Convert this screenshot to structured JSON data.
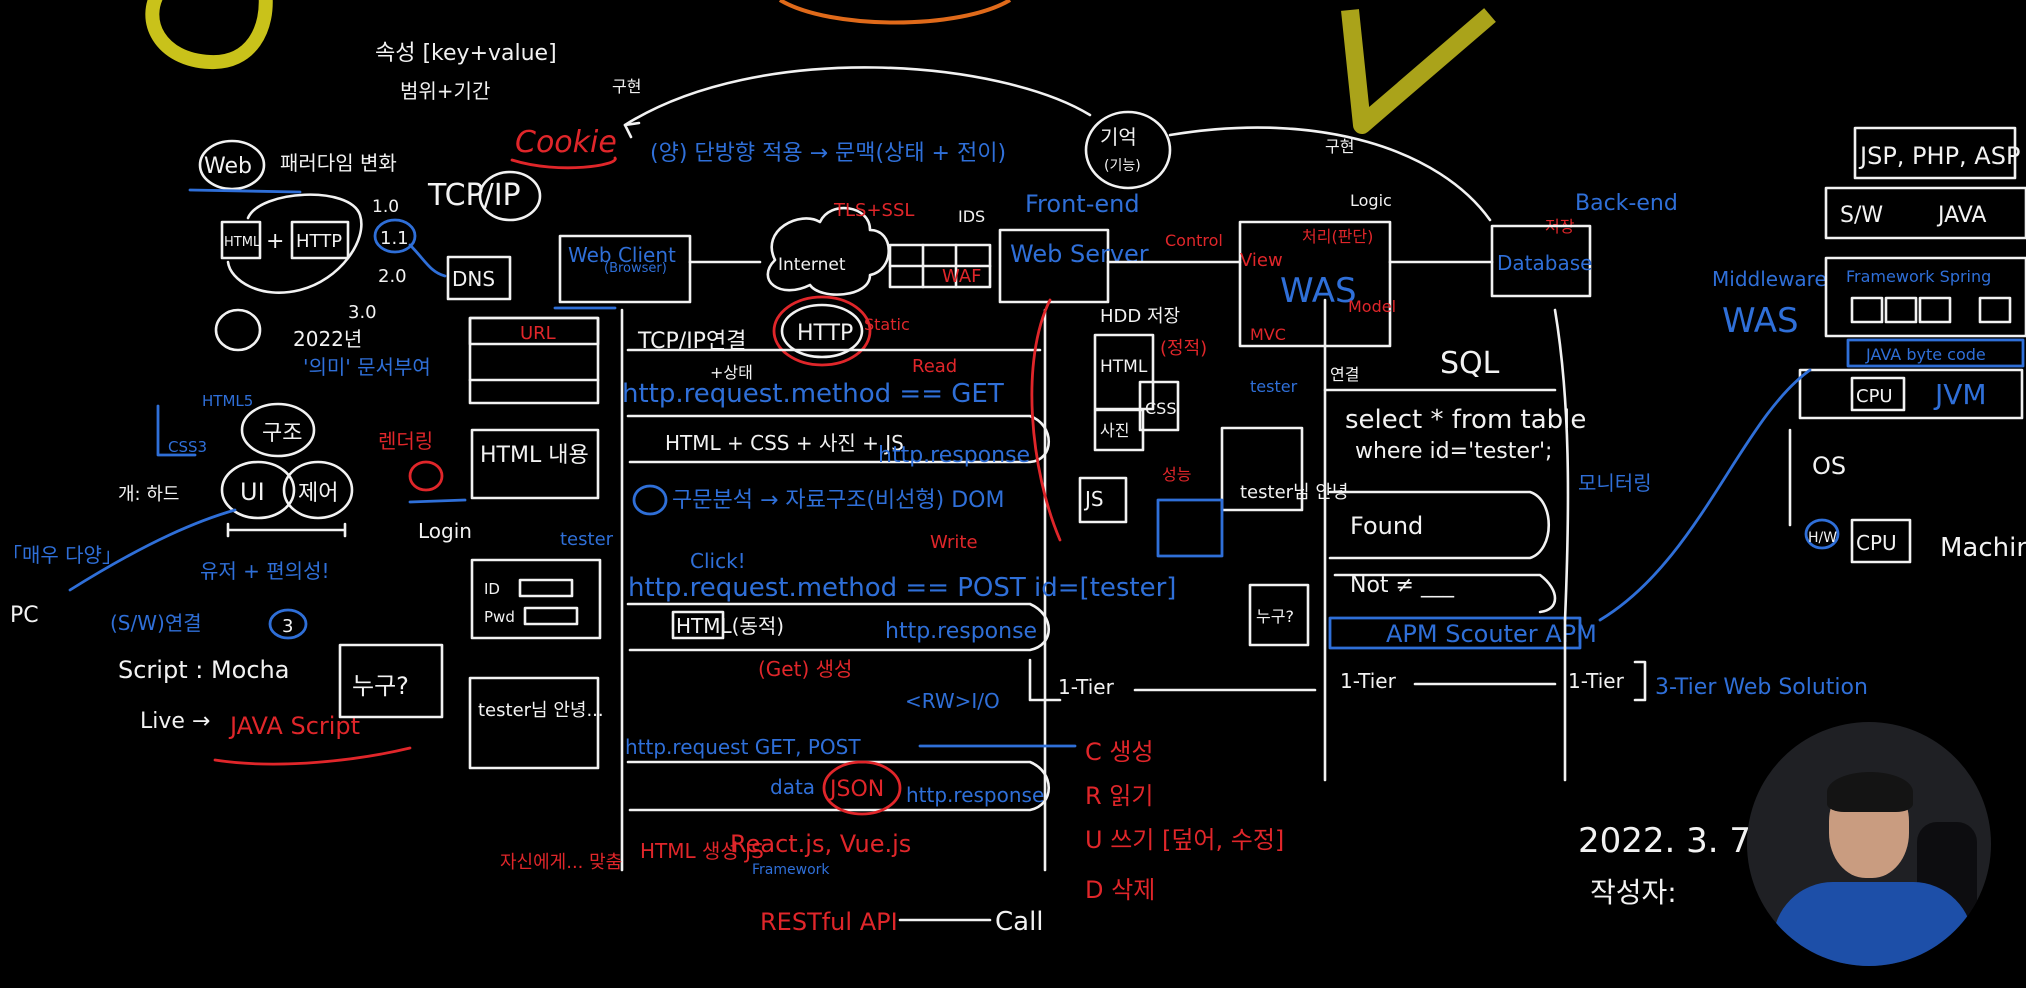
{
  "annotations": {
    "cookie_attr": "속성 [key+value]",
    "cookie_scope": "범위+기간",
    "impl_left": "구현",
    "cookie": "Cookie",
    "stateless_note": "(양) 단방향 적용 → 문맥(상태 + 전이)",
    "memory": "기억",
    "memory_sub": "(기능)",
    "impl_right": "구현",
    "web_node": "Web",
    "web_paradigm": "패러다임 변화",
    "html": "HTML",
    "http": "HTTP",
    "tcpip": "TCP/IP",
    "v10": "1.0",
    "v11": "1.1",
    "v20": "2.0",
    "v30": "3.0",
    "dns": "DNS",
    "year_2022": "2022년",
    "semantic_doc": "'의미' 문서부여",
    "html5": "HTML5",
    "css3": "CSS3",
    "struct": "구조",
    "ui": "UI",
    "control": "제어",
    "dev_kind": "개: 하드",
    "very_diverse": "「매우 다양」",
    "pc": "PC",
    "ux": "유저 + 편의성!",
    "sw_dev": "(S/W)연결",
    "script_mocha": "Script : Mocha",
    "live": "Live →",
    "javascript": "JAVA Script",
    "web_client": "Web Client",
    "browser": "(Browser)",
    "internet": "Internet",
    "http_cloud": "HTTP",
    "tcp_conn": "TCP/IP연결",
    "state": "+상태",
    "req_get": "http.request.method == GET",
    "read": "Read",
    "html_css": "HTML + CSS + 사진 + JS",
    "response1": "http.response",
    "url": "URL",
    "rendering": "렌더링",
    "content": "HTML 내용",
    "dom_note": "구문분석 → 자료구조(비선형) DOM",
    "login": "Login",
    "tester": "tester",
    "id_field": "ID",
    "pwd_field": "Pwd",
    "click": "Click!",
    "write": "Write",
    "req_post": "http.request.method == POST id=[tester]",
    "html_dynamic": "HTML(동적)",
    "response2": "http.response",
    "get_set": "(Get) 생성",
    "who": "누구?",
    "tester_hello": "tester님 안녕...",
    "req_get_post": "http.request  GET, POST",
    "data": "data",
    "json": "JSON",
    "response3": "http.response",
    "html_gen": "HTML 생성 JS",
    "react": "React.js, Vue.js",
    "framework": "Framework",
    "self_only": "자신에게... 맞춤",
    "restful": "RESTful API",
    "call": "Call",
    "rw_io": "<RW>I/O",
    "crud_c": "C 생성",
    "crud_r": "R 읽기",
    "crud_u": "U 쓰기 [덮어, 수정]",
    "crud_d": "D 삭제",
    "front_end": "Front-end",
    "web_server": "Web Server",
    "tls": "TLS+SSL",
    "waf": "WAF",
    "static": "Static",
    "ids": "IDS",
    "hdd": "HDD 저장",
    "storage": "(정적)",
    "css_file": "CSS",
    "js_file": "JS",
    "photo": "사진",
    "logic": "Logic",
    "service": "처리(판단)",
    "control_lbl": "Control",
    "view": "View",
    "was": "WAS",
    "model": "Model",
    "mvc": "MVC",
    "back_end": "Back-end",
    "database": "Database",
    "store": "저장",
    "sql": "SQL",
    "conn": "연결",
    "select": "select * from table",
    "where": "where id='tester';",
    "found": "Found",
    "not_found": "Not ≠ ___",
    "tester_hi": "tester님 안녕",
    "apm": "APM Scouter APM",
    "tier1": "1-Tier",
    "tier2": "1-Tier",
    "tier3": "1-Tier",
    "three_tier": "3-Tier Web Solution",
    "perf": "성능",
    "monitor": "모니터링",
    "jsp": "JSP, PHP, ASP",
    "sw": "S/W",
    "java": "JAVA",
    "middleware": "Middleware",
    "was_big": "WAS",
    "framework_box": "Framework  Spring",
    "java_bytecode": "JAVA byte code",
    "cpu1": "CPU",
    "jvm": "JVM",
    "os": "OS",
    "hw": "H/W",
    "cpu2": "CPU",
    "machine": "Machine",
    "date": "2022. 3. 7",
    "author": "작성자:"
  }
}
